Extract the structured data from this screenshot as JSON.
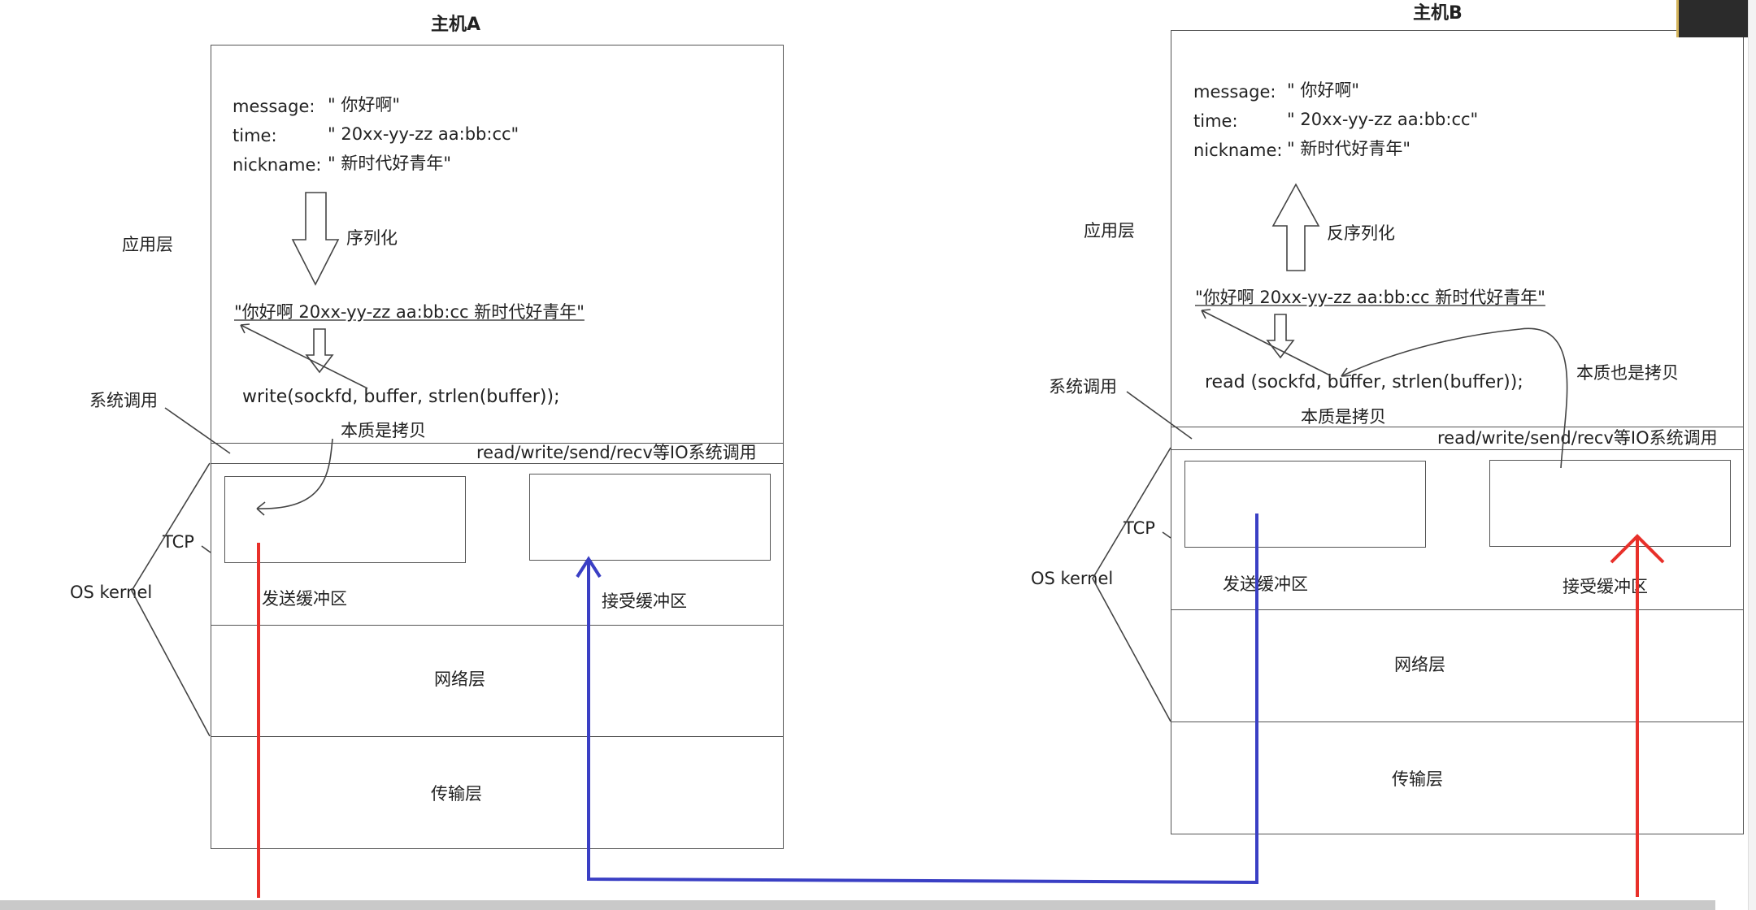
{
  "hostA": {
    "title": "主机A",
    "message_label": "message:",
    "message_value": "\" 你好啊\"",
    "time_label": "time:",
    "time_value": "\" 20xx-yy-zz aa:bb:cc\"",
    "nickname_label": "nickname:",
    "nickname_value": "\" 新时代好青年\"",
    "serialize_label": "序列化",
    "serialized_string": "\"你好啊 20xx-yy-zz aa:bb:cc 新时代好青年\"",
    "write_call": "write(sockfd, buffer, strlen(buffer));",
    "copy_note": "本质是拷贝",
    "io_syscalls": "read/write/send/recv等IO系统调用",
    "send_buffer": "发送缓冲区",
    "recv_buffer": "接受缓冲区",
    "network_layer": "网络层",
    "transport_layer": "传输层"
  },
  "hostB": {
    "title": "主机B",
    "message_label": "message:",
    "message_value": "\" 你好啊\"",
    "time_label": "time:",
    "time_value": "\" 20xx-yy-zz aa:bb:cc\"",
    "nickname_label": "nickname:",
    "nickname_value": "\" 新时代好青年\"",
    "deserialize_label": "反序列化",
    "serialized_string": "\"你好啊 20xx-yy-zz aa:bb:cc 新时代好青年\"",
    "read_call": "read (sockfd, buffer, strlen(buffer));",
    "copy_note": "本质是拷贝",
    "copy_note_also": "本质也是拷贝",
    "io_syscalls": "read/write/send/recv等IO系统调用",
    "send_buffer": "发送缓冲区",
    "recv_buffer": "接受缓冲区",
    "network_layer": "网络层",
    "transport_layer": "传输层"
  },
  "side_labels": {
    "app_layer": "应用层",
    "syscall": "系统调用",
    "tcp": "TCP",
    "os_kernel": "OS kernel"
  },
  "colors": {
    "red": "#e8302a",
    "blue": "#3a3fc4",
    "outline": "#555555"
  }
}
